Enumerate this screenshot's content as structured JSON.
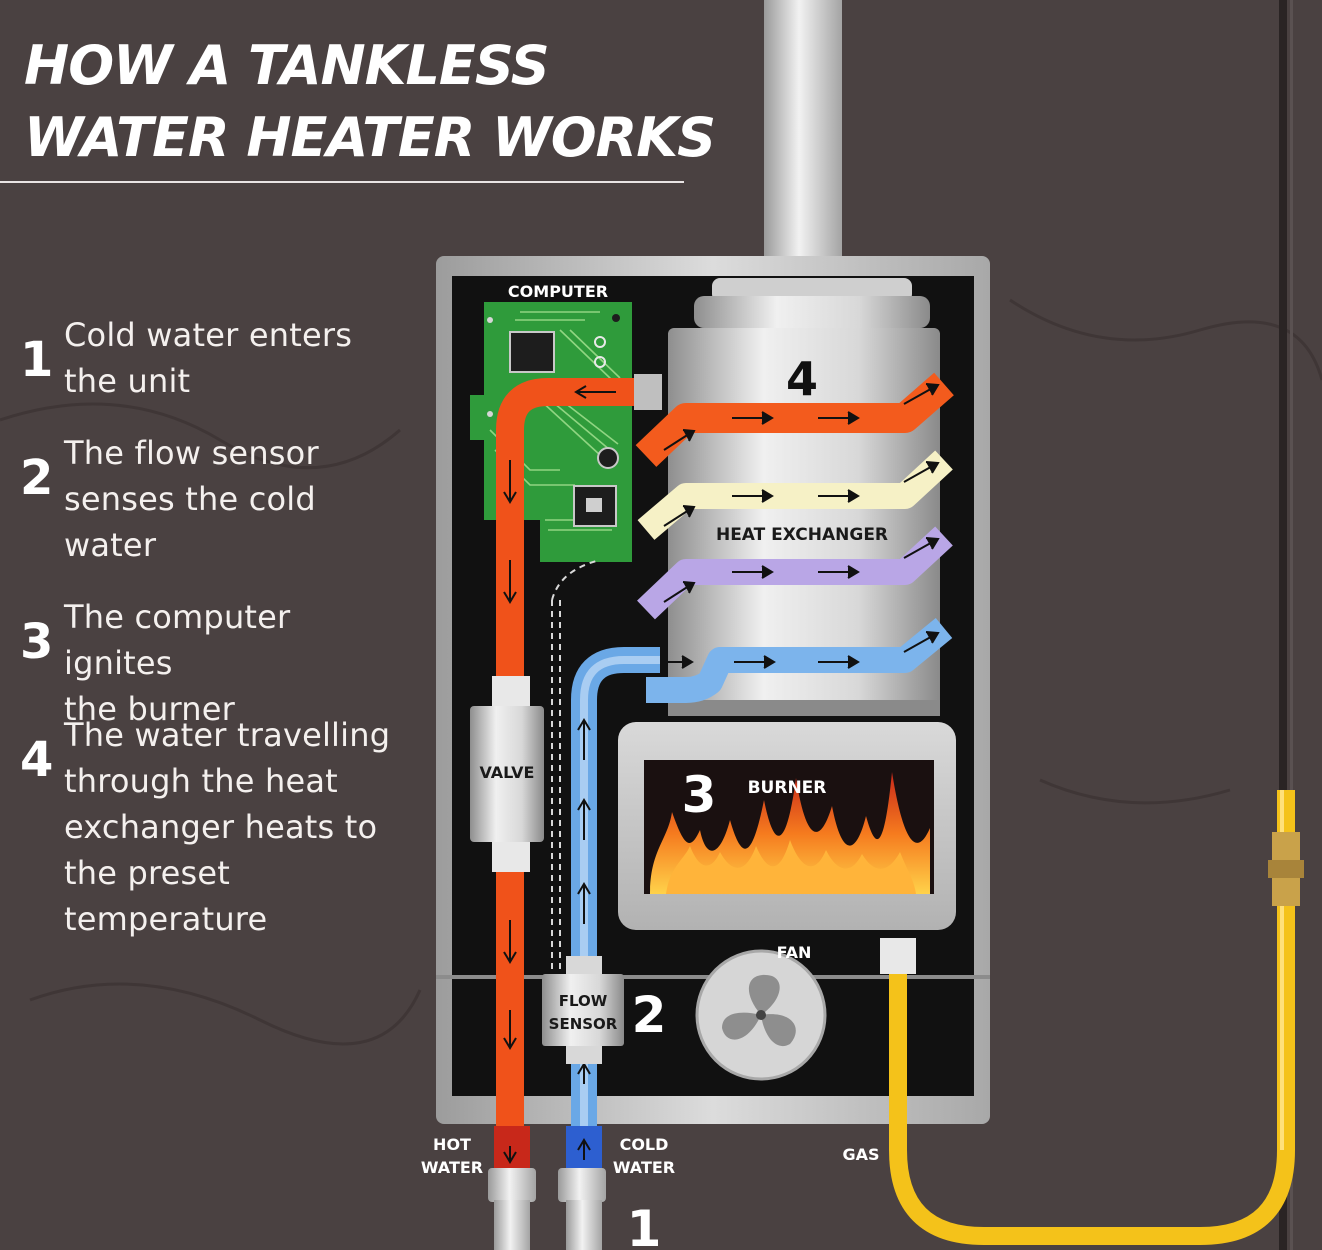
{
  "title": {
    "line1": "HOW A TANKLESS",
    "line2": "WATER HEATER WORKS"
  },
  "steps": [
    {
      "number": "1",
      "text": "Cold water enters\nthe unit"
    },
    {
      "number": "2",
      "text": "The flow sensor\nsenses the cold\nwater"
    },
    {
      "number": "3",
      "text": "The computer ignites\nthe burner"
    },
    {
      "number": "4",
      "text": "The water travelling\nthrough the heat\nexchanger heats to\nthe preset\ntemperature"
    }
  ],
  "diagram": {
    "labels": {
      "computer": "COMPUTER",
      "heat_exchanger": "HEAT EXCHANGER",
      "valve": "VALVE",
      "burner": "BURNER",
      "fan": "FAN",
      "flow_sensor_line1": "FLOW",
      "flow_sensor_line2": "SENSOR",
      "hot_water_line1": "HOT",
      "hot_water_line2": "WATER",
      "cold_water_line1": "COLD",
      "cold_water_line2": "WATER",
      "gas": "GAS"
    },
    "markers": {
      "cold_water_entry": "1",
      "flow_sensor": "2",
      "burner": "3",
      "heat_exchanger": "4"
    },
    "colors": {
      "background": "#4a4040",
      "hot_pipe": "#f0521a",
      "cold_pipe": "#6aa8e6",
      "gas_pipe": "#f4c21a",
      "circuit_board": "#2d9a3a",
      "pass_orange": "#f25a1c",
      "pass_cream": "#f4efc2",
      "pass_lavender": "#b7a4e4",
      "pass_blue": "#7fb3ea",
      "casing": "#c8c8c8"
    }
  }
}
